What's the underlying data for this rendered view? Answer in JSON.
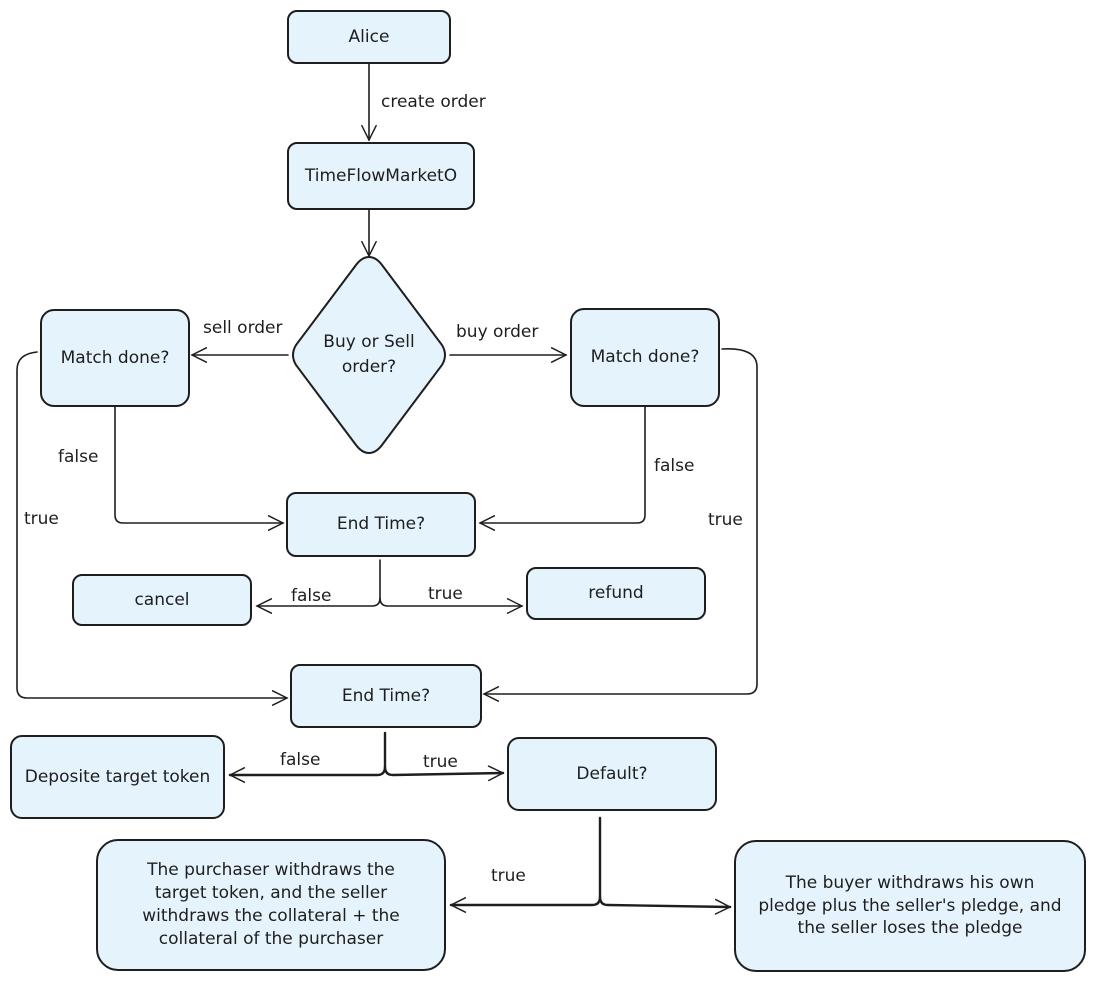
{
  "nodes": {
    "alice": "Alice",
    "market": "TimeFlowMarketO",
    "decision": "Buy or Sell order?",
    "match_left": "Match done?",
    "match_right": "Match done?",
    "end_time_1": "End Time?",
    "cancel": "cancel",
    "refund": "refund",
    "end_time_2": "End Time?",
    "deposit": "Deposite target token",
    "default": "Default?",
    "purchaser_outcome": "The purchaser withdraws the target token, and the seller withdraws the collateral + the collateral of the purchaser",
    "buyer_outcome": "The buyer withdraws his own pledge plus the seller's pledge, and the seller loses the pledge"
  },
  "edges": {
    "create_order": "create order",
    "sell_order": "sell order",
    "buy_order": "buy order",
    "left_false": "false",
    "left_true": "true",
    "right_false": "false",
    "right_true": "true",
    "end1_false": "false",
    "end1_true": "true",
    "end2_false": "false",
    "end2_true": "true",
    "default_true": "true"
  },
  "colors": {
    "node_fill": "#e5f3fd",
    "stroke": "#1e1e1e"
  }
}
